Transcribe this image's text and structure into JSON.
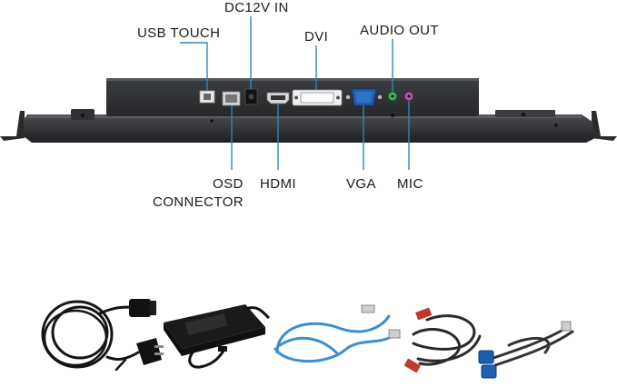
{
  "labels": {
    "usb_touch": "USB TOUCH",
    "dc12v_in": "DC12V IN",
    "dvi": "DVI",
    "audio_out": "AUDIO OUT",
    "osd_line1": "OSD",
    "osd_line2": "CONNECTOR",
    "hdmi": "HDMI",
    "vga": "VGA",
    "mic": "MIC"
  },
  "colors": {
    "leader_line": "#2e86c1",
    "panel_body": "#2d2f31",
    "audio_out_jack": "#3fbf5a",
    "mic_jack": "#c05ab8",
    "vga_port": "#1f5fb0",
    "usb_cable": "#3b8fd0"
  },
  "accessories": [
    {
      "icon": "power-cord-icon"
    },
    {
      "icon": "power-adapter-icon"
    },
    {
      "icon": "usb-cable-icon"
    },
    {
      "icon": "hdmi-cable-icon"
    },
    {
      "icon": "vga-cable-icon"
    }
  ]
}
